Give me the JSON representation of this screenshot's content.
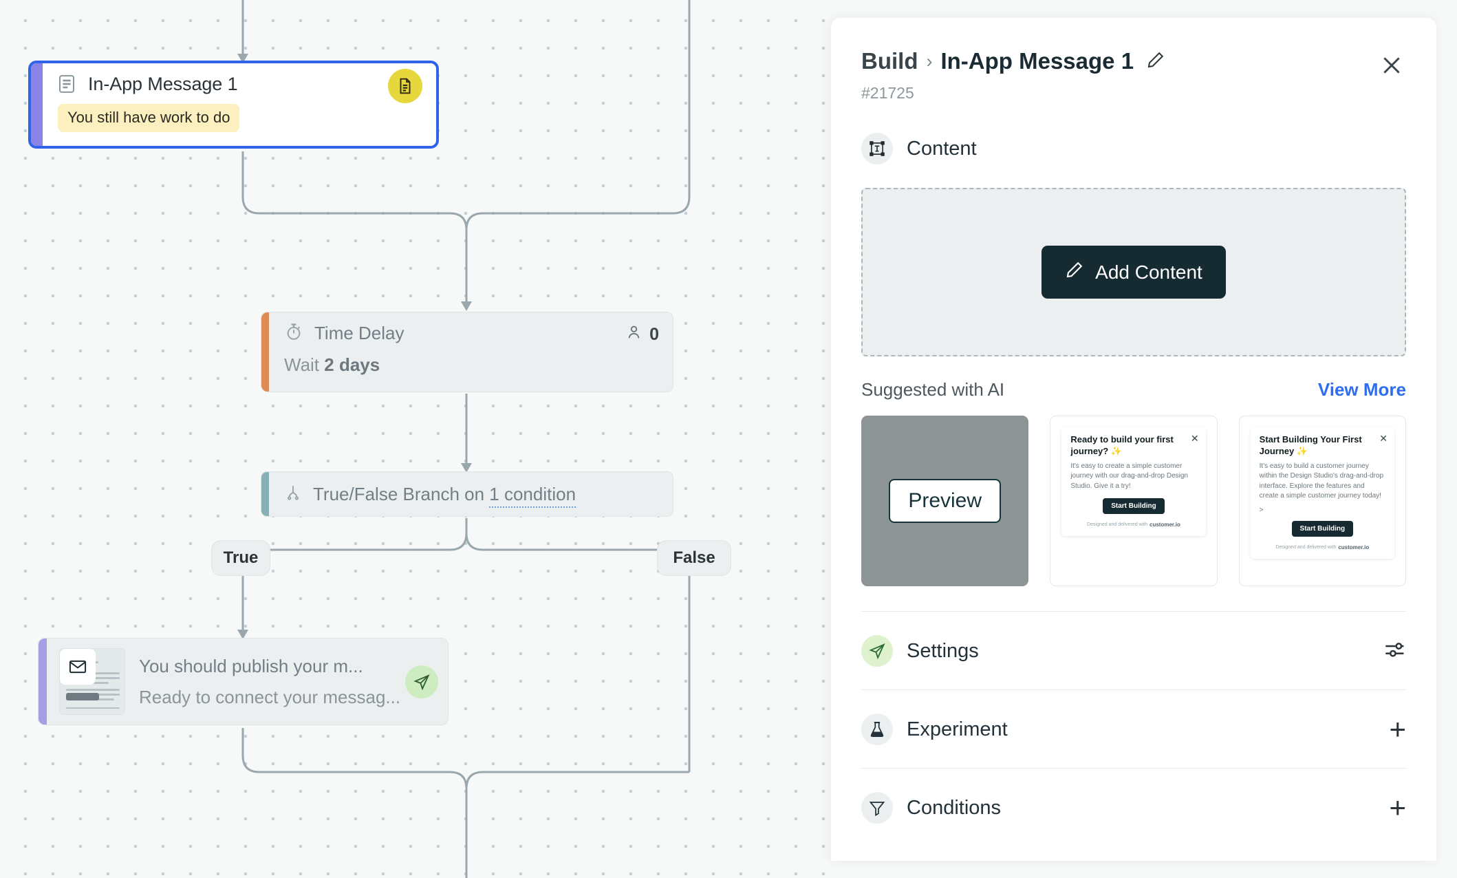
{
  "canvas": {
    "nodes": [
      {
        "id": "in-app-message-1",
        "icon": "document-icon",
        "title": "In-App Message 1",
        "warning": "You still have work to do",
        "badge_icon": "document-badge-icon",
        "selected": true
      },
      {
        "id": "time-delay",
        "icon": "timer-icon",
        "title": "Time Delay",
        "subtitle_prefix": "Wait ",
        "subtitle_value": "2 days",
        "people_icon": "person-icon",
        "people_count": "0"
      },
      {
        "id": "true-false-branch",
        "icon": "branch-icon",
        "title_prefix": "True/False Branch on ",
        "title_link": "1 condition"
      },
      {
        "id": "message-node",
        "thumb_icon": "envelope-icon",
        "line1": "You should publish your m...",
        "line2": "Ready to connect your messag...",
        "badge_icon": "send-icon"
      }
    ],
    "branch_labels": {
      "true": "True",
      "false": "False"
    }
  },
  "panel": {
    "breadcrumb": {
      "root": "Build",
      "separator": "›",
      "current": "In-App Message 1"
    },
    "edit_icon": "pencil-icon",
    "close_icon": "close-icon",
    "node_id": "#21725",
    "content": {
      "icon": "text-box-icon",
      "label": "Content",
      "add_button": {
        "icon": "pencil-icon",
        "label": "Add Content"
      }
    },
    "suggested": {
      "title": "Suggested with AI",
      "view_more": "View More",
      "cards": [
        {
          "type": "preview",
          "button_label": "Preview"
        },
        {
          "type": "message",
          "heading": "Ready to build your first journey? ✨",
          "body": "It's easy to create a simple customer journey with our drag-and-drop Design Studio. Give it a try!",
          "button_label": "Start Building",
          "footer_prefix": "Designed and delivered with ",
          "footer_brand": "customer.io",
          "close_icon": "close-icon"
        },
        {
          "type": "message",
          "heading": "Start Building Your First Journey ✨",
          "body": "It's easy to build a customer journey within the Design Studio's drag-and-drop interface. Explore the features and create a simple customer journey today!",
          "extra": ">",
          "button_label": "Start Building",
          "footer_prefix": "Designed and delivered with ",
          "footer_brand": "customer.io",
          "close_icon": "close-icon"
        }
      ]
    },
    "accordions": [
      {
        "icon": "send-icon",
        "label": "Settings",
        "action_icon": "sliders-icon",
        "action": ""
      },
      {
        "icon": "flask-icon",
        "label": "Experiment",
        "action_icon": "plus-icon",
        "action": "+"
      },
      {
        "icon": "funnel-icon",
        "label": "Conditions",
        "action_icon": "plus-icon",
        "action": "+"
      }
    ]
  },
  "colors": {
    "selection_blue": "#2f64e8",
    "accent_purple": "#8b84e8",
    "accent_orange": "#e08a54",
    "accent_teal": "#86b0b4",
    "badge_yellow": "#e6d73c",
    "badge_green": "#cdecbf",
    "link_blue": "#2f6df0",
    "dark_button": "#152a31"
  }
}
